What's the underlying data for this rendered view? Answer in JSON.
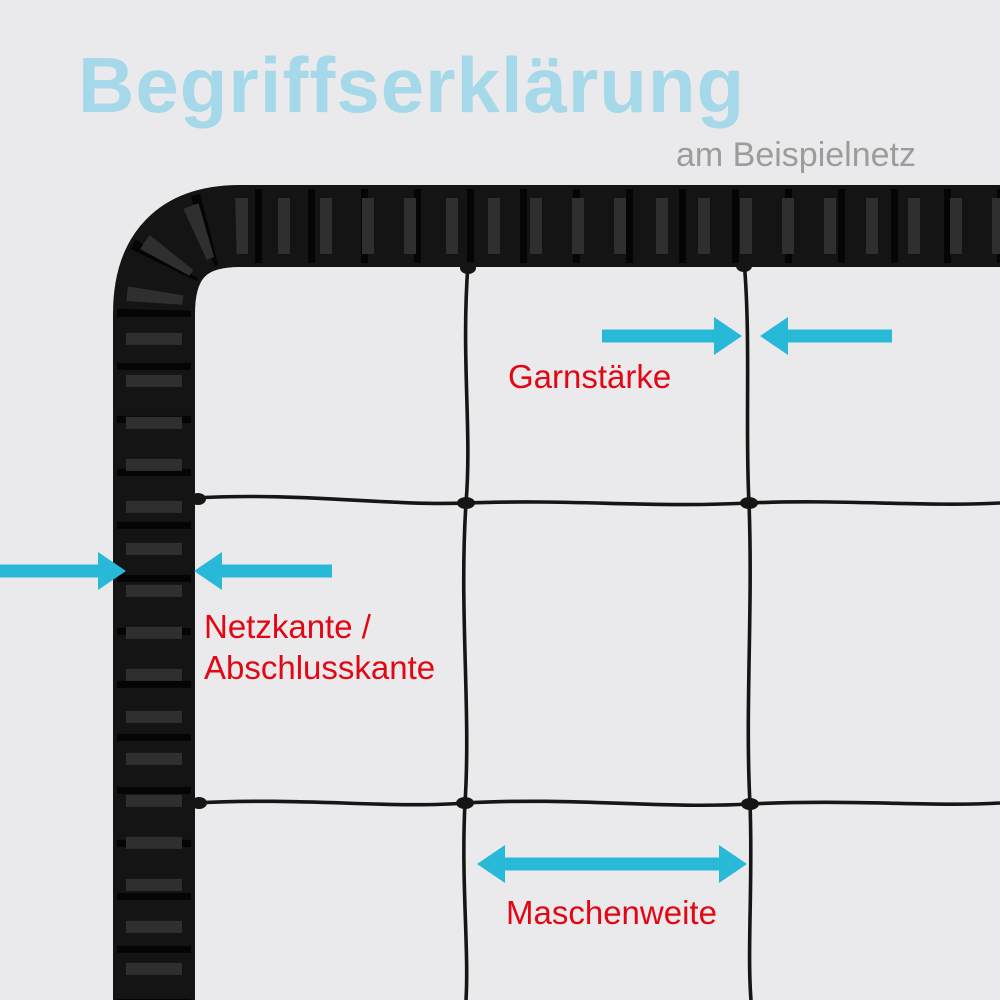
{
  "title": "Begriffserklärung",
  "subtitle": "am Beispielnetz",
  "annotations": {
    "garnstaerke": "Garnstärke",
    "netzkante_line1": "Netzkante /",
    "netzkante_line2": "Abschlusskante",
    "maschenweite": "Maschenweite"
  },
  "colors": {
    "background": "#eaeaec",
    "title_color": "#a5d8e8",
    "subtitle_color": "#9c9c9c",
    "label_red": "#e30613",
    "accent": "#29b9d8",
    "net_color": "#141414"
  }
}
